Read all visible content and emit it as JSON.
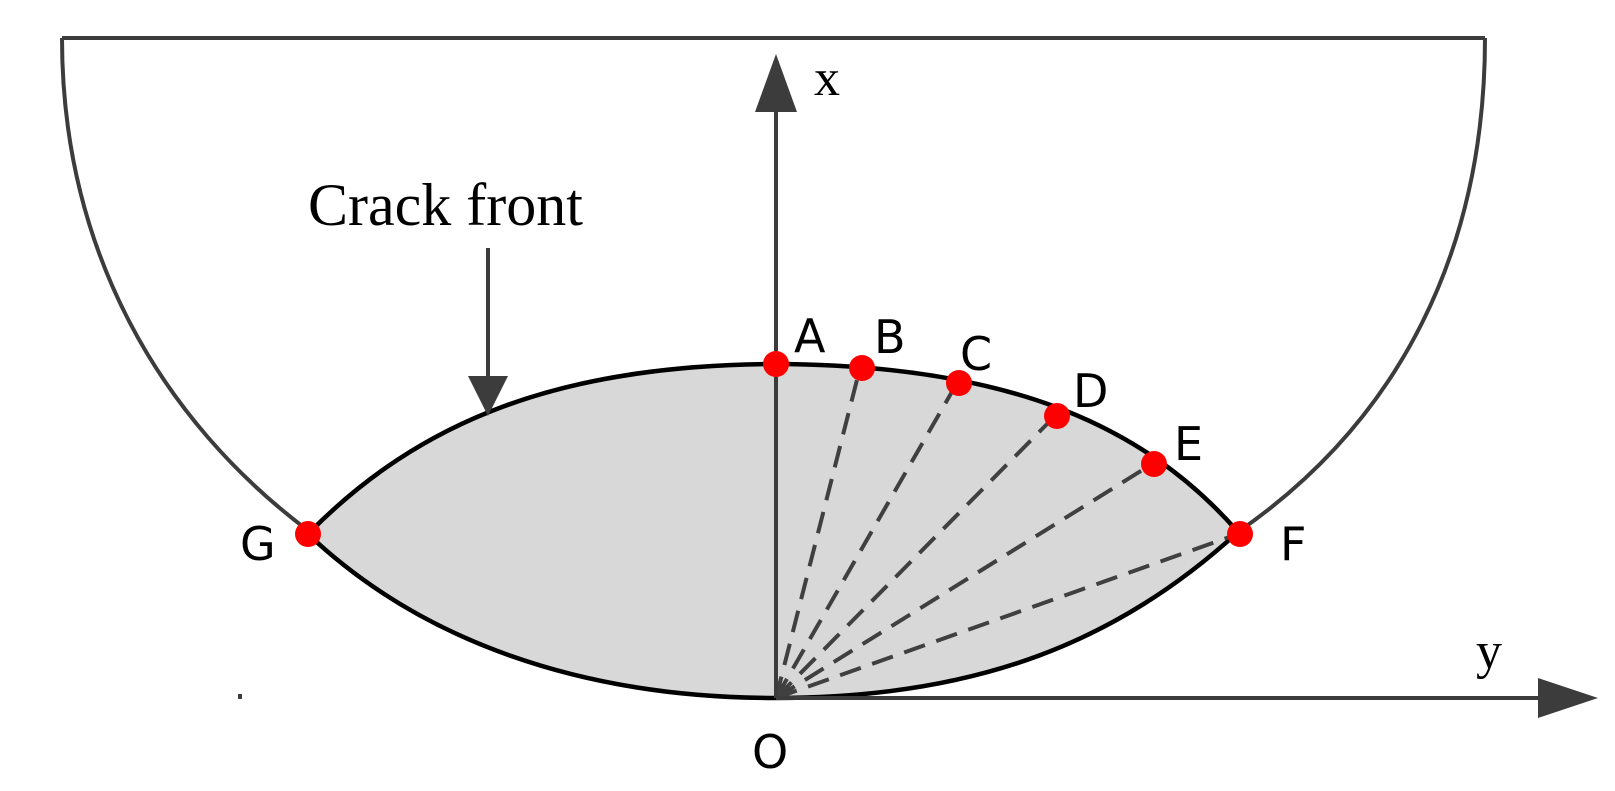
{
  "axes": {
    "x_label": "x",
    "y_label": "y",
    "origin_label": "O"
  },
  "callout": {
    "text": "Crack front"
  },
  "points": {
    "A": "A",
    "B": "B",
    "C": "C",
    "D": "D",
    "E": "E",
    "F": "F",
    "G": "G"
  },
  "colors": {
    "outline": "#3c3c3c",
    "crack_fill": "#d8d8d8",
    "crack_edge": "#000000",
    "point": "#ff0000",
    "dashed": "#404040"
  }
}
